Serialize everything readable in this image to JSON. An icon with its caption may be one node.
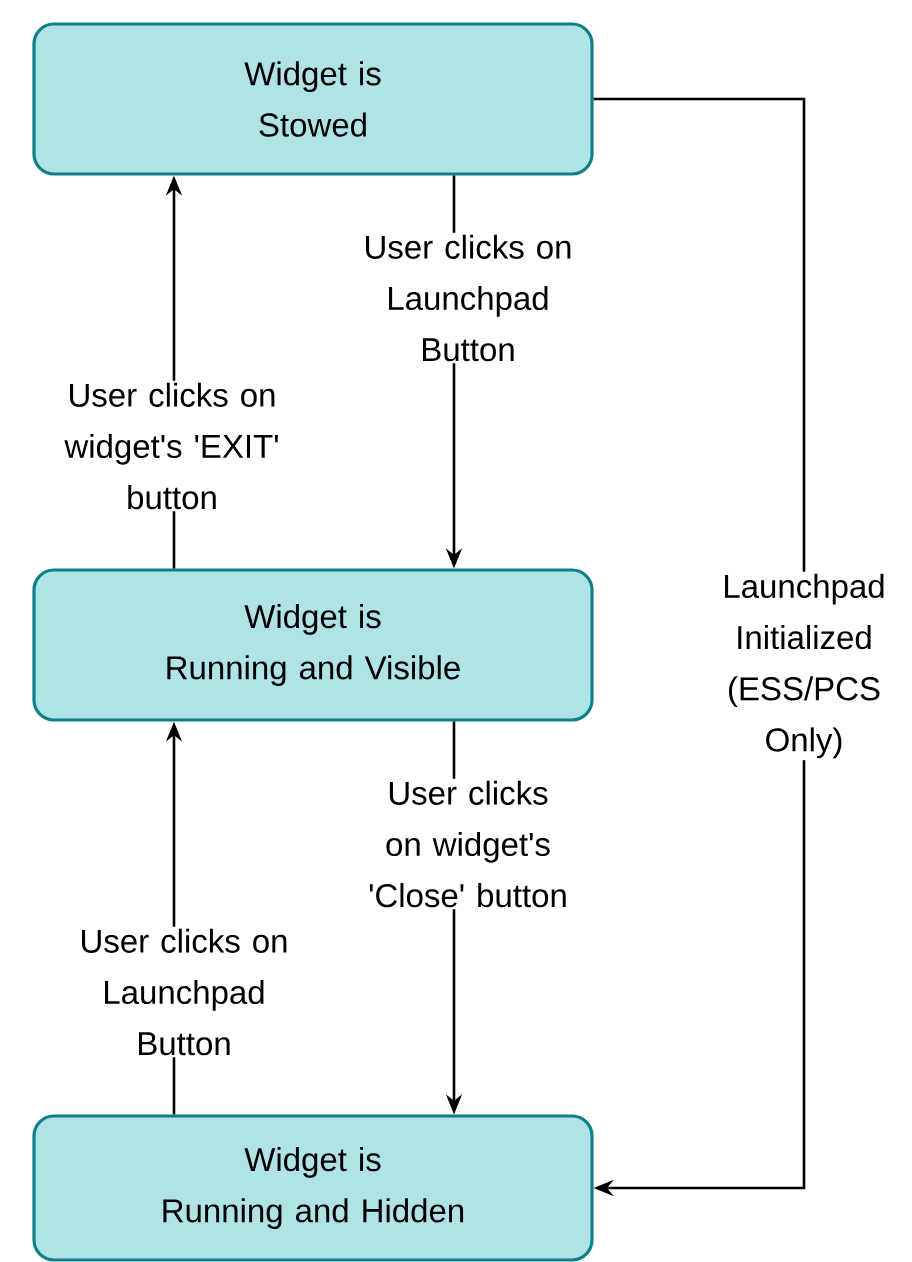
{
  "diagram": {
    "nodes": [
      {
        "text": [
          "Widget is Stowed"
        ]
      },
      {
        "text": [
          "Widget is Running and Visible"
        ]
      },
      {
        "text": [
          "Widget is Running and Hidden"
        ]
      }
    ],
    "edges": [
      {
        "from": 0,
        "to": 1,
        "arrow": "to",
        "label": "User clicks on Launchpad Button"
      },
      {
        "from": 1,
        "to": 0,
        "arrow": "to",
        "label": "User clicks on widget's 'EXIT' button"
      },
      {
        "from": 0,
        "to": 2,
        "arrow": "to",
        "label": "Launchpad Initialized (ESS/PCS Only)"
      },
      {
        "from": 1,
        "to": 2,
        "arrow": "to",
        "label": "User clicks on widget's 'Close' button"
      },
      {
        "from": 2,
        "to": 1,
        "arrow": "to",
        "label": "User clicks on Launchpad Button"
      }
    ]
  }
}
